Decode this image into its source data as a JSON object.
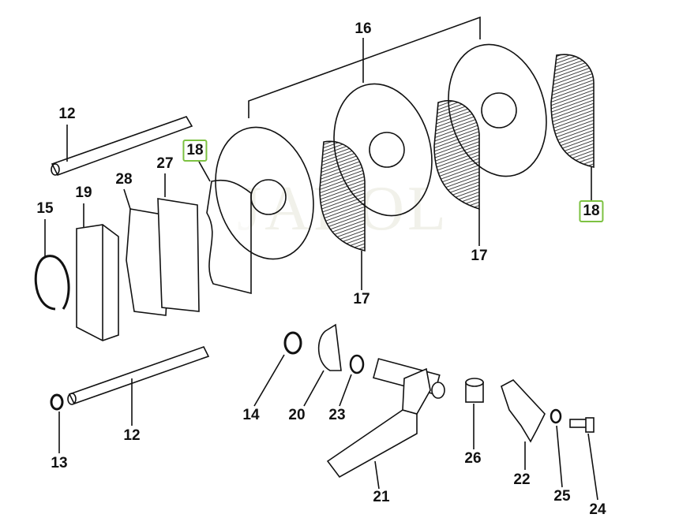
{
  "watermark": "JAROL",
  "highlight_color": "#7dc242",
  "labels": {
    "l16": "16",
    "l12a": "12",
    "l18a": "18",
    "l27": "27",
    "l28": "28",
    "l19": "19",
    "l15": "15",
    "l18b": "18",
    "l17a": "17",
    "l17b": "17",
    "l14": "14",
    "l20": "20",
    "l23": "23",
    "l12b": "12",
    "l13": "13",
    "l26": "26",
    "l22": "22",
    "l25": "25",
    "l21": "21",
    "l24": "24"
  }
}
